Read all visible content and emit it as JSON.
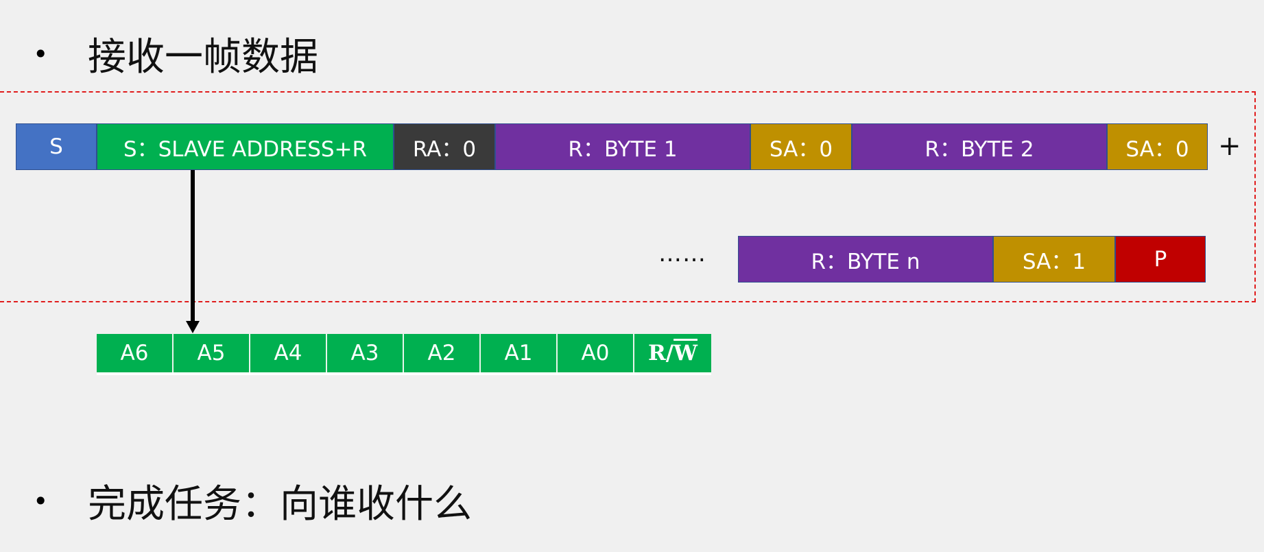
{
  "bullets": {
    "marker": "•",
    "title1": "接收一帧数据",
    "title2": "完成任务：向谁收什么"
  },
  "colors": {
    "blue": "#4472c4",
    "green": "#00b050",
    "dark": "#3a3a3a",
    "purple": "#7030a0",
    "gold": "#bf9000",
    "red": "#c00000",
    "dash": "#e01b1b"
  },
  "frame_row1": [
    {
      "label": "S",
      "color": "blue"
    },
    {
      "label": "S：SLAVE ADDRESS+R",
      "color": "green"
    },
    {
      "label": "RA：0",
      "color": "dark"
    },
    {
      "label": "R：BYTE 1",
      "color": "purple"
    },
    {
      "label": "SA：0",
      "color": "gold"
    },
    {
      "label": "R：BYTE 2",
      "color": "purple"
    },
    {
      "label": "SA：0",
      "color": "gold"
    }
  ],
  "continuation": "+",
  "ellipsis": "……",
  "frame_row2": [
    {
      "label": "R：BYTE n",
      "color": "purple"
    },
    {
      "label": "SA：1",
      "color": "gold"
    },
    {
      "label": "P",
      "color": "red"
    }
  ],
  "address_bits": [
    "A6",
    "A5",
    "A4",
    "A3",
    "A2",
    "A1",
    "A0"
  ],
  "rw_bit": {
    "r": "R/",
    "w": "W"
  }
}
